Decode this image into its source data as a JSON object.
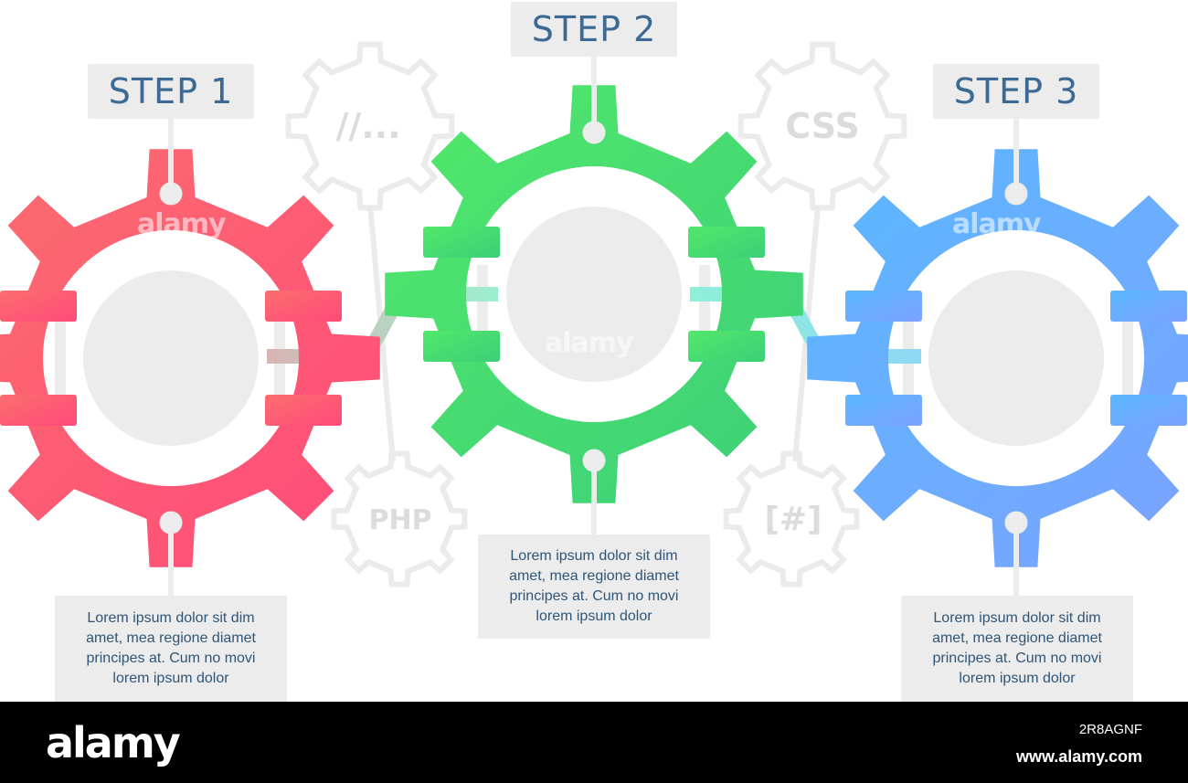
{
  "steps": [
    {
      "label": "STEP 1",
      "color_start": "#fb6e6e",
      "color_end": "#ff4a7a",
      "description": [
        "Lorem ipsum dolor sit dim",
        "amet, mea regione diamet",
        "principes at. Cum no movi",
        "lorem ipsum dolor"
      ]
    },
    {
      "label": "STEP 2",
      "color_start": "#52e86a",
      "color_end": "#3ccf78",
      "description": [
        "Lorem ipsum dolor sit dim",
        "amet, mea regione diamet",
        "principes at. Cum no movi",
        "lorem ipsum dolor"
      ]
    },
    {
      "label": "STEP 3",
      "color_start": "#5ab8ff",
      "color_end": "#7da2ff",
      "description": [
        "Lorem ipsum dolor sit dim",
        "amet, mea regione diamet",
        "principes at. Cum no movi",
        "lorem ipsum dolor"
      ]
    }
  ],
  "background_gears": [
    "//...",
    "CSS",
    "PHP",
    "[#]"
  ],
  "watermark": "alamy",
  "footer": {
    "logo": "alamy",
    "image_id": "2R8AGNF",
    "site": "www.alamy.com"
  }
}
